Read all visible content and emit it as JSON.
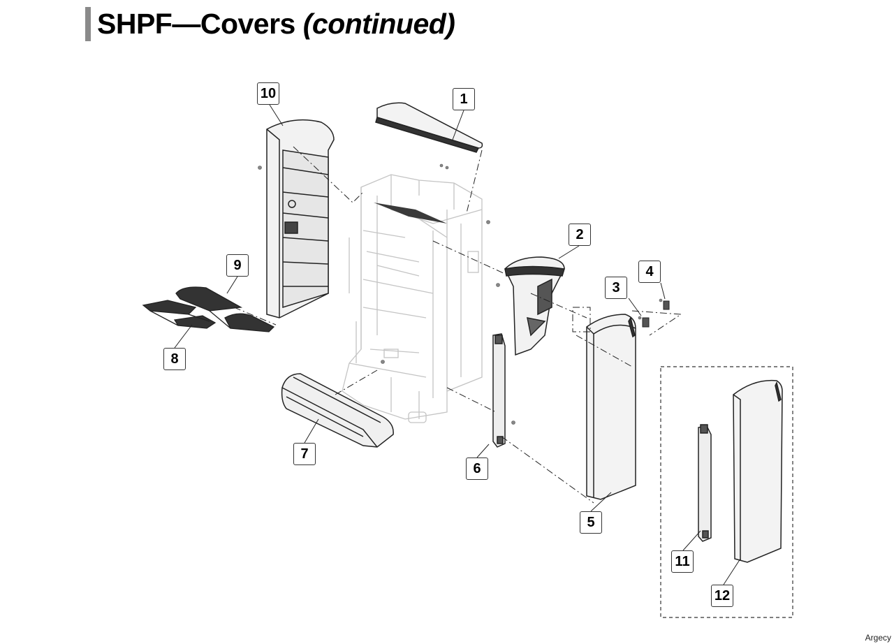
{
  "title": {
    "main": "SHPF—Covers ",
    "suffix": "(continued)"
  },
  "callouts": [
    "1",
    "2",
    "3",
    "4",
    "5",
    "6",
    "7",
    "8",
    "9",
    "10",
    "11",
    "12"
  ],
  "credit": "Argecy"
}
